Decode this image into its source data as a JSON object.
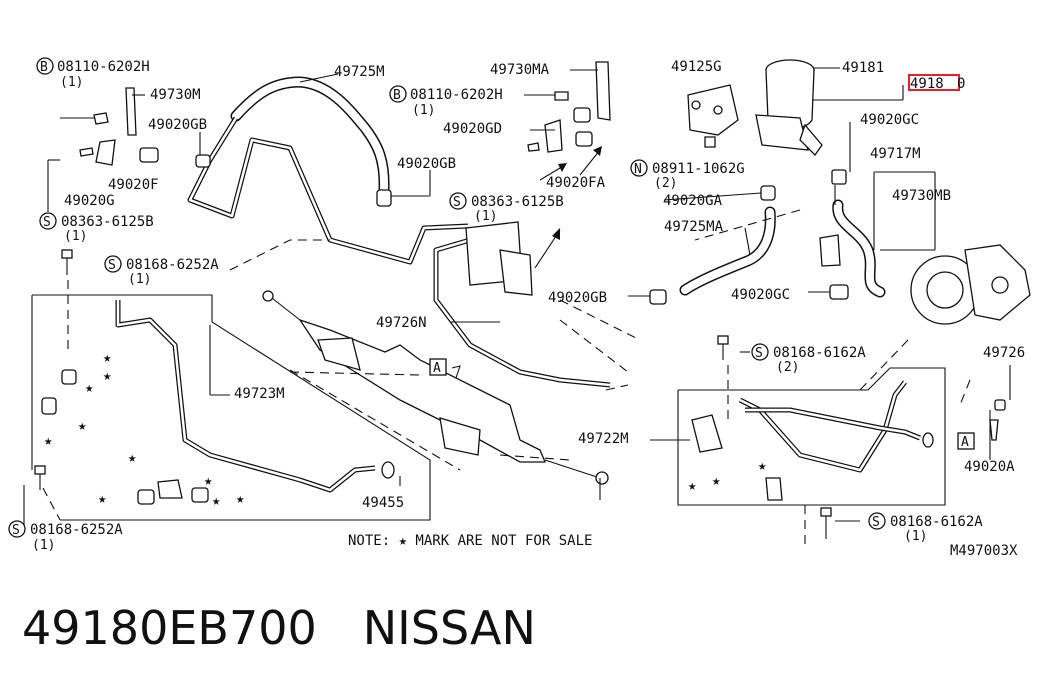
{
  "labels": {
    "l49725M": "49725M",
    "l49730MA": "49730MA",
    "l49125G": "49125G",
    "l49181": "49181",
    "l49180_prefix": "4918",
    "l49180_cut": "0",
    "l49020GC": "49020GC",
    "l49717M": "49717M",
    "l49730MB": "49730MB",
    "l49020GA": "49020GA",
    "l49725MA": "49725MA",
    "l49020GB_top": "49020GB",
    "l49020GB_mid": "49020GB",
    "l49020GB_bot": "49020GB",
    "l49020GC_bot": "49020GC",
    "l49730M": "49730M",
    "l49020GD": "49020GD",
    "l49020FA": "49020FA",
    "l49020F": "49020F",
    "l49020G": "49020G",
    "l49726N": "49726N",
    "l49723M": "49723M",
    "l49722M": "49722M",
    "l49726": "49726",
    "l49020A": "49020A",
    "l49455": "49455",
    "diagram_id": "M497003X"
  },
  "fasteners": {
    "b1_code": "08110-6202H",
    "b1_qty": "(1)",
    "b2_code": "08110-6202H",
    "b2_qty": "(1)",
    "s1_code": "08363-6125B",
    "s1_qty": "(1)",
    "s2_code": "08363-6125B",
    "s2_qty": "(1)",
    "s3_code": "08168-6252A",
    "s3_qty": "(1)",
    "s4_code": "08168-6252A",
    "s4_qty": "(1)",
    "s5_code": "08168-6162A",
    "s5_qty": "(2)",
    "s6_code": "08168-6162A",
    "s6_qty": "(1)",
    "n1_code": "08911-1062G",
    "n1_qty": "(2)",
    "prefix_b": "B",
    "prefix_s": "S",
    "prefix_n": "N"
  },
  "callouts": {
    "a1": "A",
    "a2": "A"
  },
  "note": "NOTE: ★ MARK ARE NOT FOR SALE",
  "star": "★",
  "footer": {
    "part_number": "49180EB700",
    "brand": "NISSAN"
  },
  "colors": {
    "line": "#111111",
    "highlight": "#e8202a",
    "background": "#ffffff"
  },
  "icons": [
    "bolt-icon",
    "star-mark-icon",
    "circle-b-icon",
    "circle-s-icon",
    "circle-n-icon"
  ]
}
